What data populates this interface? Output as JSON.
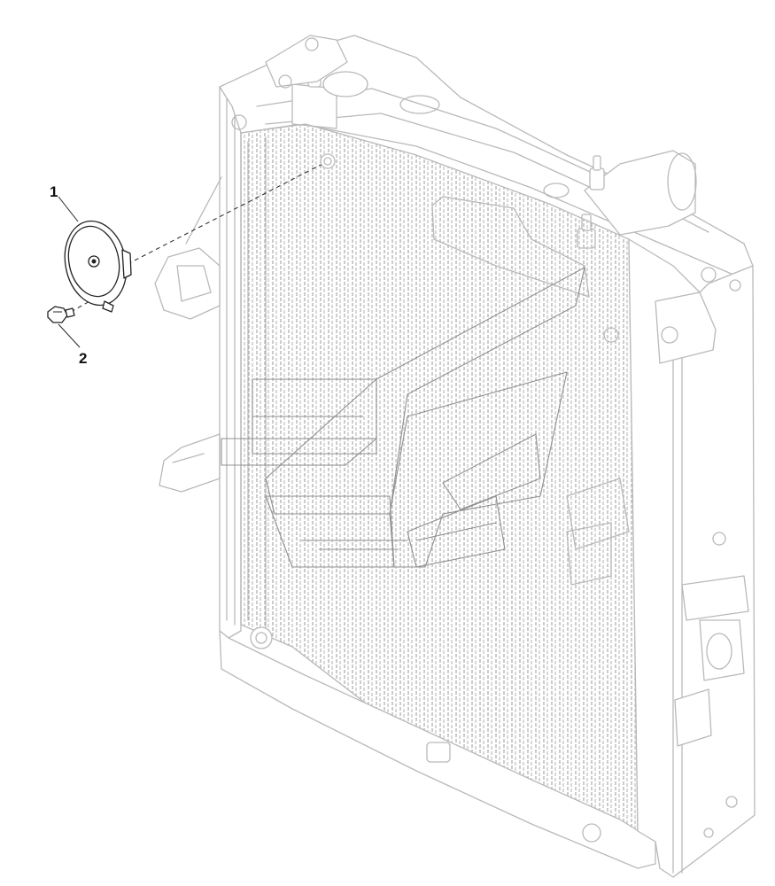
{
  "callouts": [
    {
      "id": "1",
      "label": "1",
      "part": "horn"
    },
    {
      "id": "2",
      "label": "2",
      "part": "bolt"
    }
  ],
  "colors": {
    "background": "#ffffff",
    "ghost_lines": "#b9b9b9",
    "part_lines": "#222222",
    "watermark": "#909090"
  },
  "icons": {
    "watermark": "logo-watermark"
  }
}
